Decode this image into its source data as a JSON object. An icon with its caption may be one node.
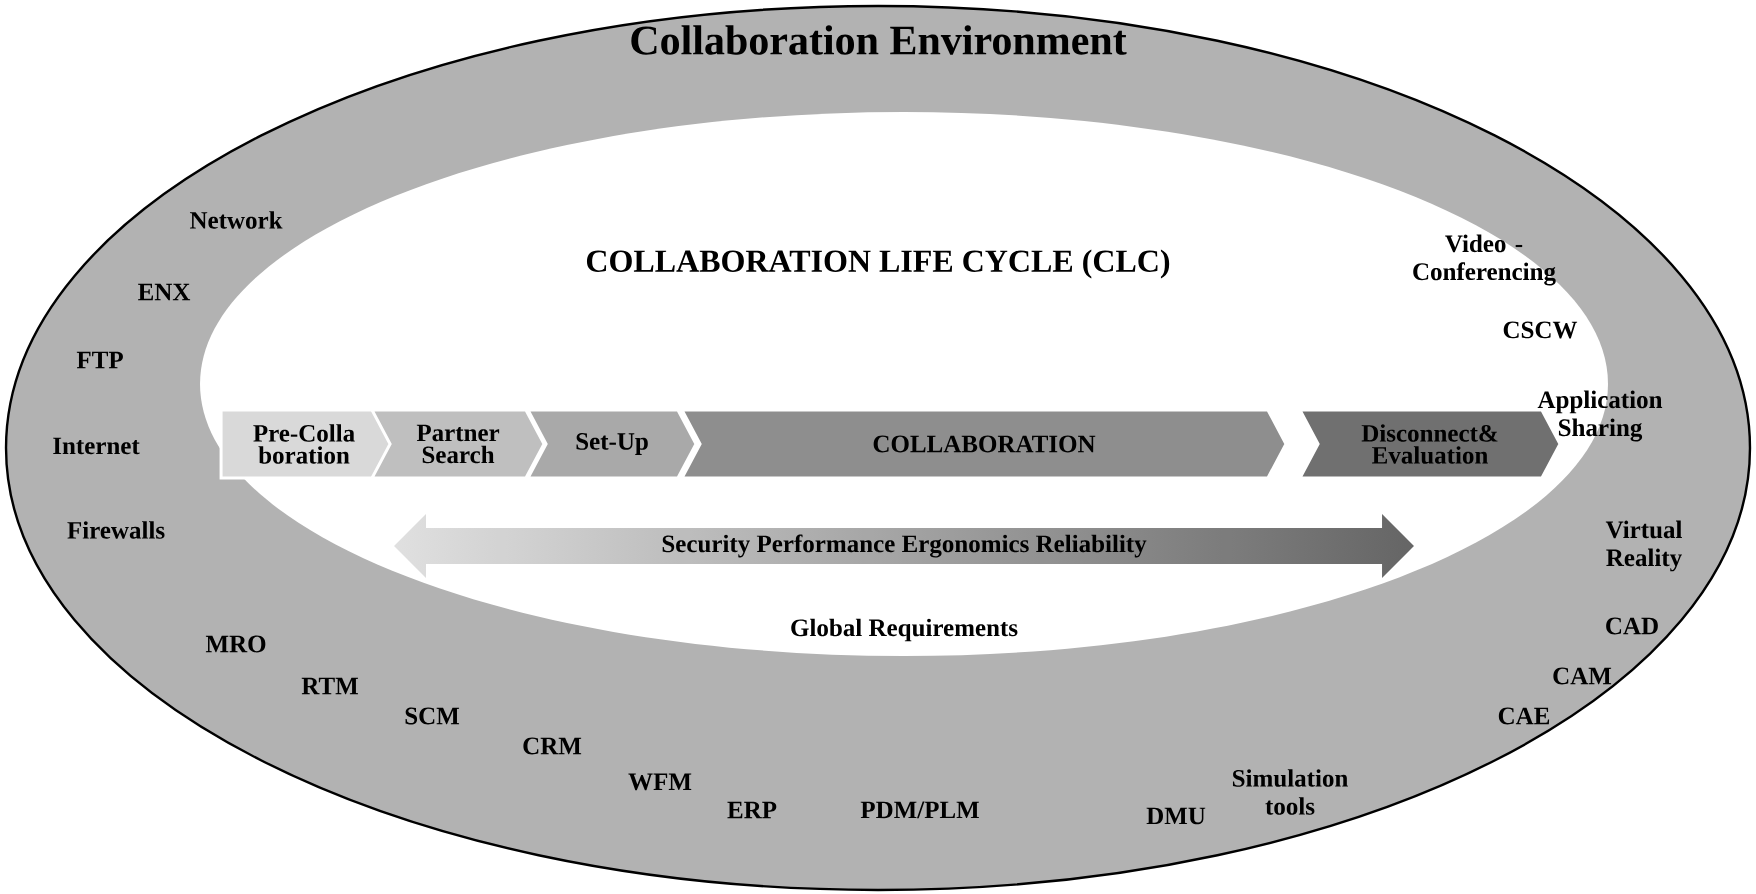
{
  "diagram": {
    "nodes": [
      {
        "text": [
          "Collaboration Environment"
        ]
      },
      {
        "text": [
          "COLLABORATION LIFE CYCLE (CLC)"
        ],
        "in": 0
      },
      {
        "text": [
          "Pre-Colla boration"
        ],
        "in": 1
      },
      {
        "text": [
          "Partner Search"
        ],
        "in": 1
      },
      {
        "text": [
          "Set-Up"
        ],
        "in": 1
      },
      {
        "text": [
          "COLLABORATION"
        ],
        "in": 1
      },
      {
        "text": [
          "Disconnect& Evaluation"
        ],
        "in": 1
      },
      {
        "text": [
          "Security Performance Ergonomics Reliability"
        ],
        "beside": [
          "Global Requirements"
        ],
        "in": 1
      }
    ],
    "labels": [
      "Network",
      "Video - Conferencing",
      "ENX",
      "CSCW",
      "FTP",
      "Application Sharing",
      "Internet",
      "Virtual Reality",
      "Firewalls",
      "CAD",
      "CAM",
      "MRO",
      "CAE",
      "RTM",
      "SCM",
      "Simulation tools",
      "CRM",
      "DMU",
      "WFM",
      "ERP",
      "PDM/PLM"
    ]
  }
}
